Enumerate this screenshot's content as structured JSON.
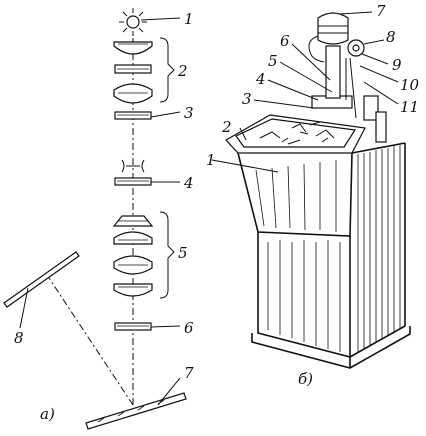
{
  "scheme_labels": [
    "1",
    "2",
    "3",
    "4",
    "5",
    "6",
    "7",
    "8"
  ],
  "device_labels": [
    "1",
    "2",
    "3",
    "4",
    "5",
    "6",
    "7",
    "8",
    "9",
    "10",
    "11"
  ],
  "panel_a_caption": "а)",
  "panel_b_caption": "б)"
}
